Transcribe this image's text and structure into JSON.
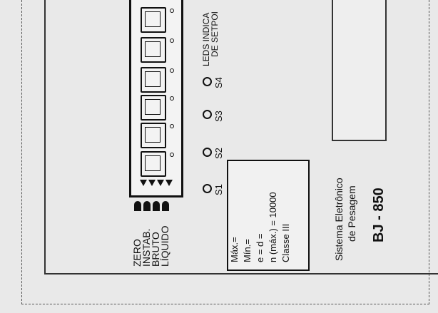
{
  "status_labels": [
    "ZERO",
    "INSTAB.",
    "BRUTO",
    "LÍQUIDO"
  ],
  "led_caption_line1": "LEDS INDICA",
  "led_caption_line2": "DE SETPOI",
  "setpoints": [
    "S1",
    "S2",
    "S3",
    "S4"
  ],
  "spec": {
    "max": "Máx.=",
    "min": "Mín.=",
    "e_d": "e = d =",
    "n": "n (máx.) = 10000",
    "classe": "Classe III"
  },
  "system_line1": "Sistema Eletrônico",
  "system_line2": "de Pesagem",
  "model": "BJ  -  850"
}
